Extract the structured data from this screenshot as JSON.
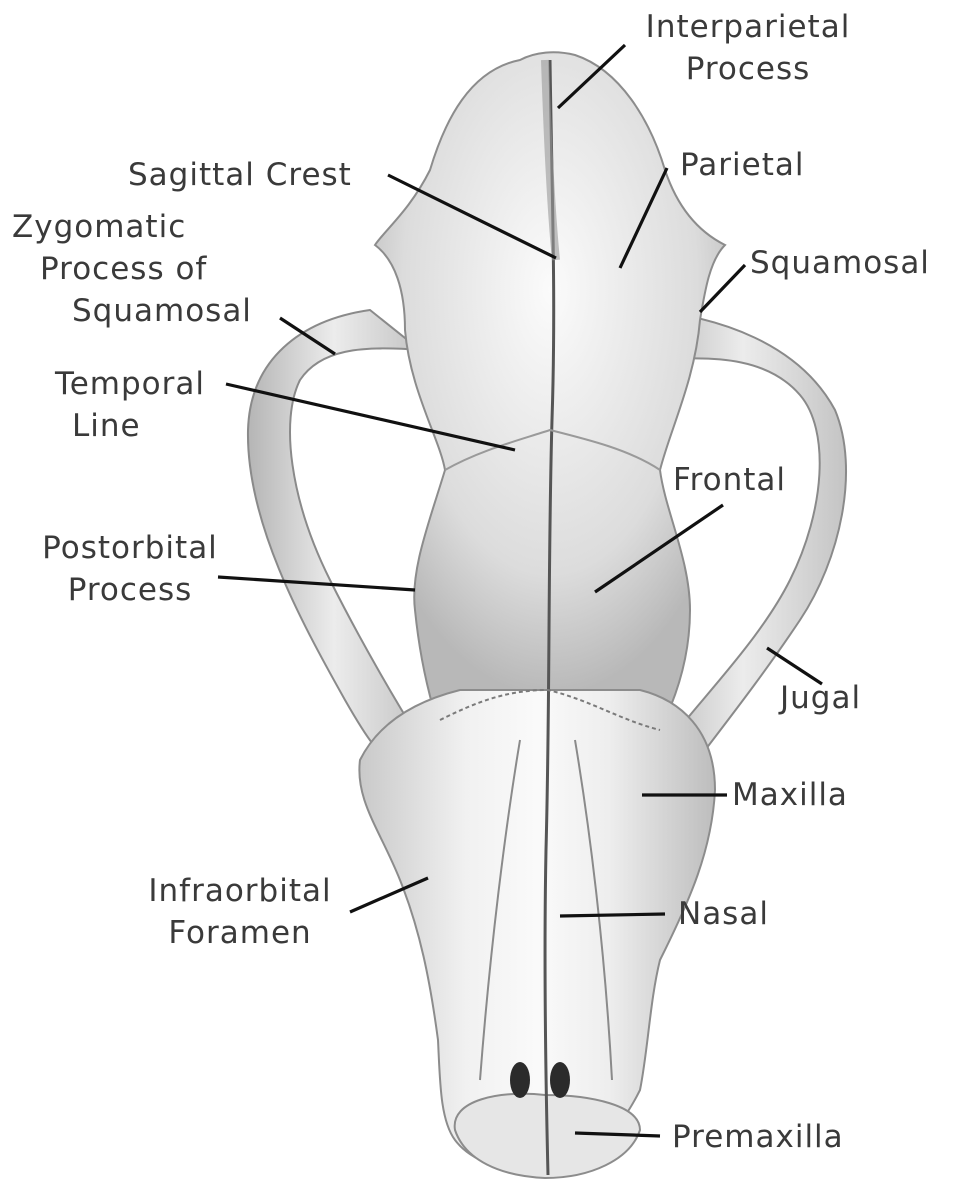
{
  "diagram": {
    "labels": {
      "interparietal_process": [
        "Interparietal",
        "Process"
      ],
      "sagittal_crest": [
        "Sagittal Crest"
      ],
      "parietal": [
        "Parietal"
      ],
      "zygomatic_process": [
        "Zygomatic",
        "Process of",
        "Squamosal"
      ],
      "squamosal": [
        "Squamosal"
      ],
      "temporal_line": [
        "Temporal",
        "Line"
      ],
      "frontal": [
        "Frontal"
      ],
      "postorbital_process": [
        "Postorbital",
        "Process"
      ],
      "jugal": [
        "Jugal"
      ],
      "maxilla": [
        "Maxilla"
      ],
      "infraorbital_foramen": [
        "Infraorbital",
        "Foramen"
      ],
      "nasal": [
        "Nasal"
      ],
      "premaxilla": [
        "Premaxilla"
      ]
    }
  }
}
